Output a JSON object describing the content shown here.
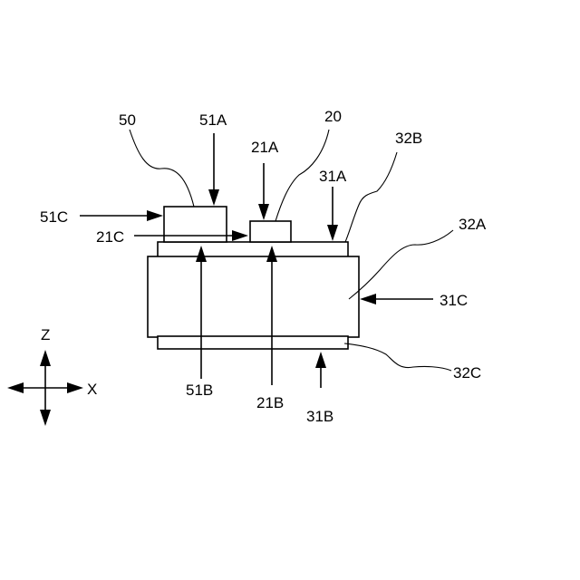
{
  "labels": {
    "l50": "50",
    "l51A": "51A",
    "l20": "20",
    "l21A": "21A",
    "l32B": "32B",
    "l31A": "31A",
    "l51C": "51C",
    "l21C": "21C",
    "l32A": "32A",
    "l31C": "31C",
    "l51B": "51B",
    "l21B": "21B",
    "l31B": "31B",
    "l32C": "32C"
  },
  "axes": {
    "z": "Z",
    "x": "X"
  }
}
